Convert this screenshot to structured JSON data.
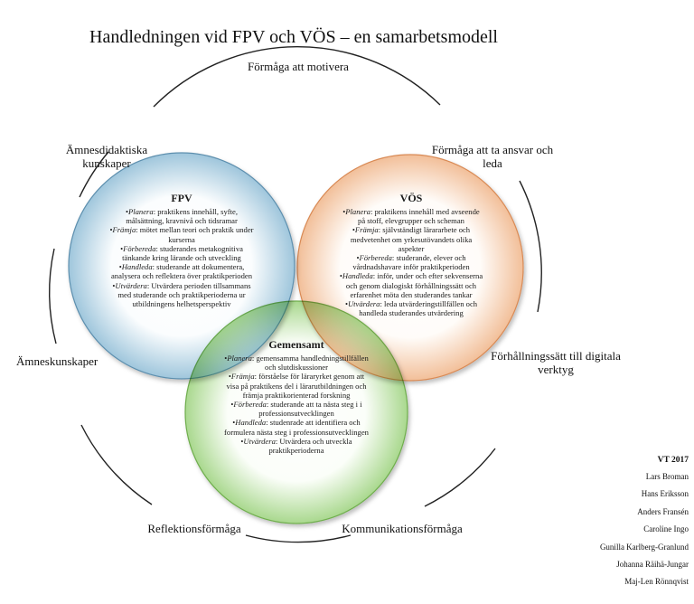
{
  "title": "Handledningen vid FPV och VÖS – en samarbetsmodell",
  "outer_labels": {
    "top": "Förmåga att motivera",
    "upper_left": "Ämnesdidaktiska kunskaper",
    "upper_right": "Förmåga att ta ansvar och leda",
    "left": "Ämneskunskaper",
    "right": "Förhållningssätt till digitala verktyg",
    "bottom_left": "Reflektionsförmåga",
    "bottom_right": "Kommunikationsförmåga"
  },
  "circles": {
    "fpv": {
      "heading": "FPV",
      "color": "#9fc6dc",
      "items": [
        {
          "term": "Planera",
          "text": ": praktikens innehåll, syfte, målsättning, kravnivå och tidsramar"
        },
        {
          "term": "Främja",
          "text": ": mötet mellan teori och praktik under kurserna"
        },
        {
          "term": "Förbereda",
          "text": ": studerandes metakognitiva tänkande kring lärande och utveckling"
        },
        {
          "term": "Handleda",
          "text": ": studerande att dokumentera, analysera och reflektera över praktikperioden"
        },
        {
          "term": "Utvärdera",
          "text": ": Utvärdera perioden tillsammans med studerande och praktikperioderna ur utbildningens helhetsperspektiv"
        }
      ]
    },
    "vos": {
      "heading": "VÖS",
      "color": "#f2bf99",
      "items": [
        {
          "term": "Planera",
          "text": ": praktikens innehåll med avseende på stoff, elevgrupper och scheman"
        },
        {
          "term": "Främja",
          "text": ": självständigt lärararbete och medvetenhet om yrkesutövandets olika aspekter"
        },
        {
          "term": "Förbereda",
          "text": ": studerande, elever och vårdnadshavare inför praktikperioden"
        },
        {
          "term": "Handleda",
          "text": ": inför, under och efter sekvenserna och genom dialogiskt förhållningssätt och erfarenhet möta den studerandes tankar"
        },
        {
          "term": "Utvärdera",
          "text": ": leda utvärderingstillfällen och handleda studerandes utvärdering"
        }
      ]
    },
    "gemensamt": {
      "heading": "Gemensamt",
      "color": "#a9d88e",
      "items": [
        {
          "term": "Planera",
          "text": ": gemensamma handledningstillfällen och slutdiskussioner"
        },
        {
          "term": "Främja",
          "text": ": förståelse för läraryrket genom att visa på praktikens del i lärarutbildningen och främja praktikorienterad forskning"
        },
        {
          "term": "Förbereda",
          "text": ": studerande att ta nästa steg i i professionsutvecklingen"
        },
        {
          "term": "Handleda",
          "text": ": studenrade att identifiera och formulera nästa steg i professionsutvecklingen"
        },
        {
          "term": "Utvärdera",
          "text": ": Utvärdera och utveckla praktikperioderna"
        }
      ]
    }
  },
  "credits": {
    "term": "VT 2017",
    "names": [
      "Lars Broman",
      "Hans Eriksson",
      "Anders Fransén",
      "Caroline Ingo",
      "Gunilla Karlberg-Granlund",
      "Johanna Räihä-Jungar",
      "Maj-Len Rönnqvist"
    ]
  }
}
